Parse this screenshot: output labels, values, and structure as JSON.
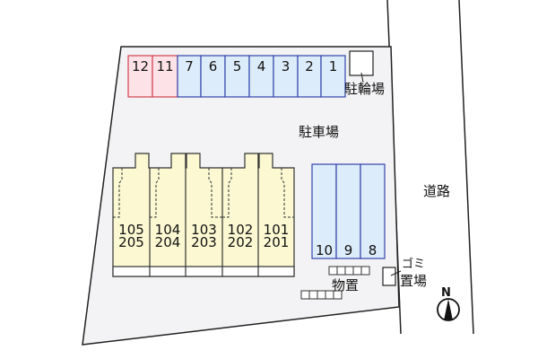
{
  "colors": {
    "lot": "#f3f3f5",
    "parking_blue_fill": "#dcecfa",
    "parking_blue_stroke": "#3344aa",
    "parking_red_fill": "#fde3e8",
    "parking_red_stroke": "#d04050",
    "building_fill": "#fbf8d2"
  },
  "labels": {
    "bicycle_parking": "駐輪場",
    "parking_lot": "駐車場",
    "road": "道路",
    "storage": "物置",
    "garbage_line1": "ゴミ",
    "garbage_line2": "置場",
    "north": "N"
  },
  "top_parking": [
    {
      "label": "12",
      "color": "red"
    },
    {
      "label": "11",
      "color": "red"
    },
    {
      "label": "7",
      "color": "blue"
    },
    {
      "label": "6",
      "color": "blue"
    },
    {
      "label": "5",
      "color": "blue"
    },
    {
      "label": "4",
      "color": "blue"
    },
    {
      "label": "3",
      "color": "blue"
    },
    {
      "label": "2",
      "color": "blue"
    },
    {
      "label": "1",
      "color": "blue"
    }
  ],
  "side_parking": [
    {
      "label": "10"
    },
    {
      "label": "9"
    },
    {
      "label": "8"
    }
  ],
  "units": [
    {
      "ground": "105",
      "upper": "205"
    },
    {
      "ground": "104",
      "upper": "204"
    },
    {
      "ground": "103",
      "upper": "203"
    },
    {
      "ground": "102",
      "upper": "202"
    },
    {
      "ground": "101",
      "upper": "201"
    }
  ]
}
